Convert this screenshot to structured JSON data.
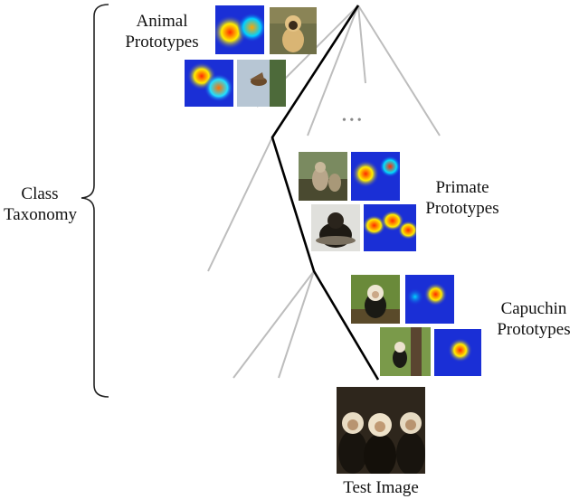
{
  "labels": {
    "class_taxonomy_1": "Class",
    "class_taxonomy_2": "Taxonomy",
    "animal_1": "Animal",
    "animal_2": "Prototypes",
    "primate_1": "Primate",
    "primate_2": "Prototypes",
    "capuchin_1": "Capuchin",
    "capuchin_2": "Prototypes",
    "test_image": "Test Image",
    "ellipsis": "• • •"
  },
  "colors": {
    "tree_gray": "#bdbdbd",
    "path_black": "#000000",
    "heatmap_bg": "#1a2fd6",
    "heatmap_hot": "#ff2a00"
  },
  "icons": [
    "heatmap-image",
    "gibbon-photo",
    "bird-photo",
    "monkey-photo",
    "capuchin-photo"
  ]
}
